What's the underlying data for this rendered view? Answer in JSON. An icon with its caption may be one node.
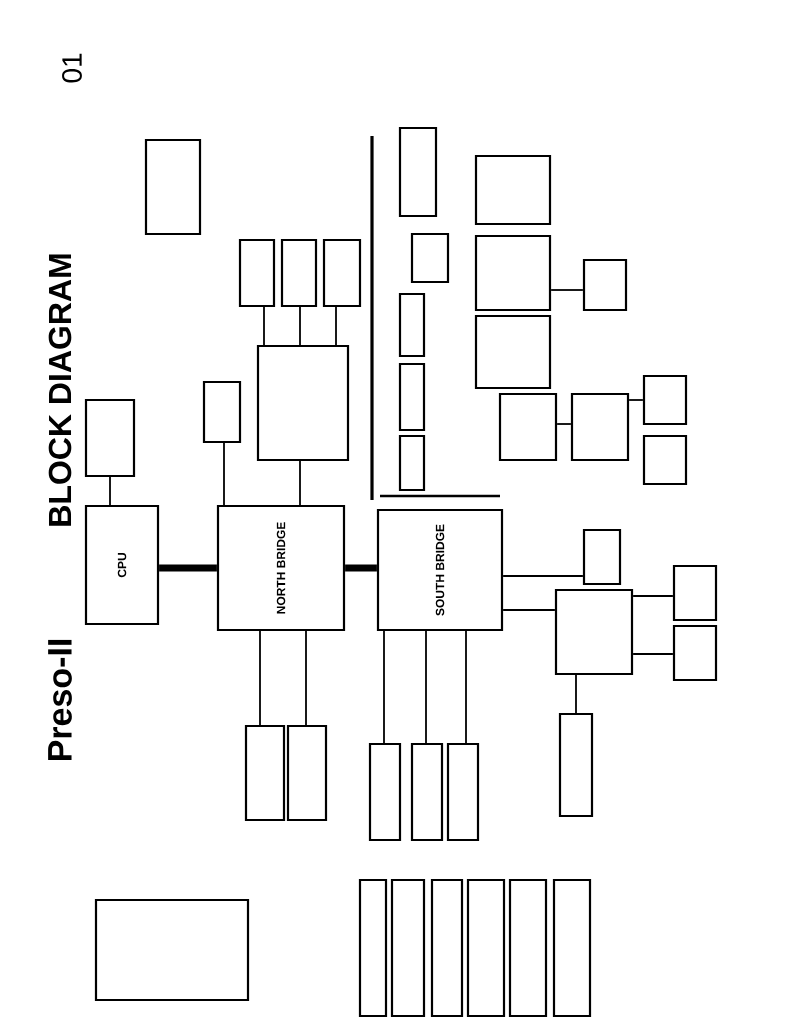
{
  "diagram": {
    "title": "BLOCK DIAGRAM",
    "nodes": [
      {
        "text": [
          "CPU"
        ]
      },
      {
        "text": [
          "NORTH BRIDGE"
        ]
      },
      {
        "text": [
          "SOUTH BRIDGE"
        ]
      },
      {
        "text": [],
        "shape": "box"
      },
      {
        "text": [],
        "shape": "box"
      },
      {
        "text": [],
        "shape": "box"
      },
      {
        "text": [],
        "shape": "box"
      },
      {
        "text": [],
        "shape": "box"
      },
      {
        "text": [],
        "shape": "box"
      },
      {
        "text": [],
        "shape": "box"
      },
      {
        "text": [],
        "shape": "box"
      },
      {
        "text": [],
        "shape": "box"
      },
      {
        "text": [],
        "shape": "box"
      },
      {
        "text": [],
        "shape": "box"
      },
      {
        "text": [],
        "shape": "box"
      },
      {
        "text": [],
        "shape": "box"
      },
      {
        "text": [],
        "shape": "box"
      },
      {
        "text": [],
        "shape": "box"
      },
      {
        "text": [],
        "shape": "box"
      },
      {
        "text": [],
        "shape": "box"
      },
      {
        "text": [],
        "shape": "box"
      },
      {
        "text": [],
        "shape": "box"
      },
      {
        "text": [],
        "shape": "box"
      },
      {
        "text": [],
        "shape": "box"
      },
      {
        "text": [],
        "shape": "box"
      },
      {
        "text": [],
        "shape": "box"
      },
      {
        "text": [],
        "shape": "box"
      },
      {
        "text": [],
        "shape": "box"
      },
      {
        "text": [],
        "shape": "box"
      },
      {
        "text": [],
        "shape": "box"
      },
      {
        "text": [],
        "shape": "box"
      },
      {
        "text": [],
        "shape": "box"
      },
      {
        "text": [],
        "shape": "box"
      },
      {
        "text": [],
        "shape": "box"
      },
      {
        "text": [],
        "shape": "box"
      },
      {
        "text": [],
        "shape": "box"
      },
      {
        "text": [],
        "shape": "box"
      },
      {
        "text": [],
        "shape": "box"
      },
      {
        "text": [],
        "shape": "box"
      },
      {
        "text": [],
        "shape": "box"
      }
    ],
    "edges": [
      {
        "from": 0,
        "to": 1,
        "arrow": "none",
        "style": "thick"
      },
      {
        "from": 1,
        "to": 2,
        "arrow": "none",
        "style": "thick"
      },
      {
        "from": 3,
        "to": 0,
        "arrow": "none"
      },
      {
        "from": 1,
        "to": 4,
        "arrow": "none"
      },
      {
        "from": 1,
        "to": 5,
        "arrow": "none"
      },
      {
        "from": 4,
        "to": 6,
        "arrow": "none"
      },
      {
        "from": 4,
        "to": 7,
        "arrow": "none"
      },
      {
        "from": 4,
        "to": 8,
        "arrow": "none"
      },
      {
        "from": 1,
        "to": 10,
        "arrow": "none"
      },
      {
        "from": 1,
        "to": 11,
        "arrow": "none"
      },
      {
        "from": 2,
        "to": 14,
        "arrow": "none"
      },
      {
        "from": 2,
        "to": 12,
        "arrow": "none"
      },
      {
        "from": 2,
        "to": 13,
        "arrow": "none"
      },
      {
        "from": 2,
        "to": 15,
        "arrow": "none"
      },
      {
        "from": 15,
        "to": 16,
        "arrow": "none"
      },
      {
        "from": 15,
        "to": 17,
        "arrow": "none"
      },
      {
        "from": 15,
        "to": 18,
        "arrow": "none"
      },
      {
        "from": 2,
        "to": 19,
        "arrow": "none"
      },
      {
        "from": 23,
        "to": 24,
        "arrow": "none"
      },
      {
        "from": 25,
        "to": 26,
        "arrow": "none"
      },
      {
        "from": 26,
        "to": 27,
        "arrow": "none"
      }
    ],
    "labels": [
      "Preso-II",
      "01"
    ]
  }
}
